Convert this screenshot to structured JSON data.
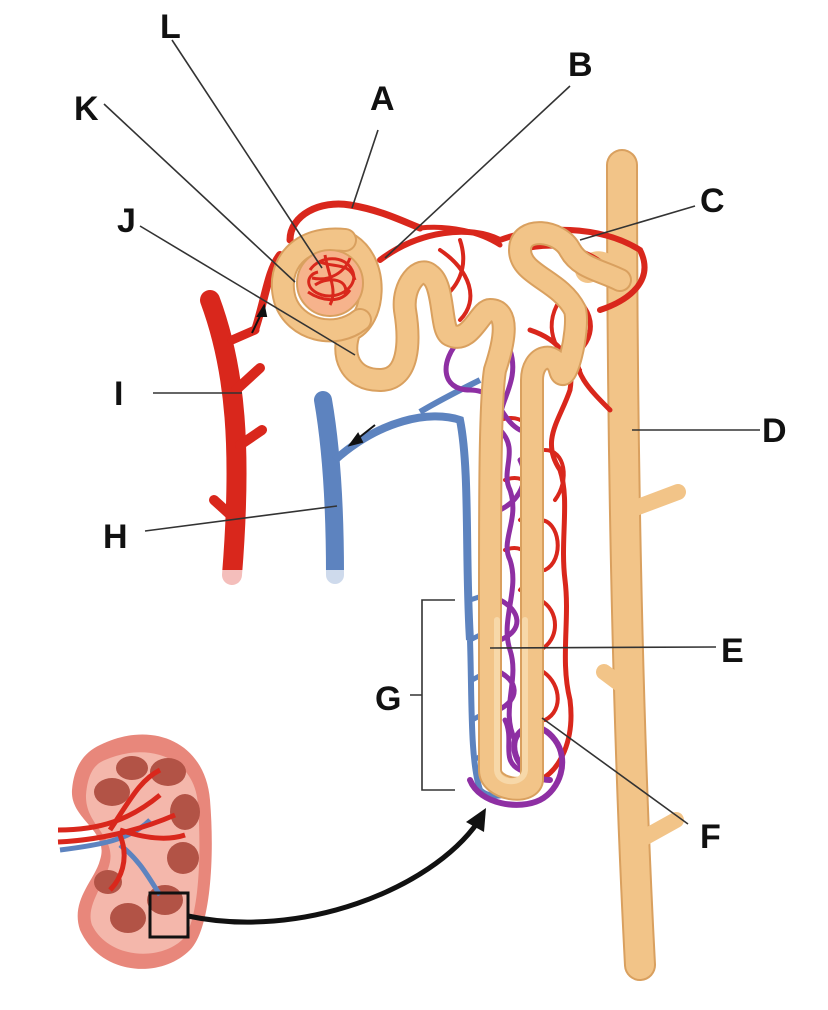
{
  "labels": {
    "A": "A",
    "B": "B",
    "C": "C",
    "D": "D",
    "E": "E",
    "F": "F",
    "G": "G",
    "H": "H",
    "I": "I",
    "J": "J",
    "K": "K",
    "L": "L"
  },
  "colors": {
    "artery": "#d9271c",
    "vein": "#5d83bf",
    "capillary_purple": "#8e2fa3",
    "tubule": "#f2c488",
    "tubule_outline": "#d9a05f",
    "kidney_outer": "#e8877b",
    "kidney_cortex": "#f4b7ab",
    "kidney_pyramid": "#b25346",
    "arrow": "#111111"
  }
}
